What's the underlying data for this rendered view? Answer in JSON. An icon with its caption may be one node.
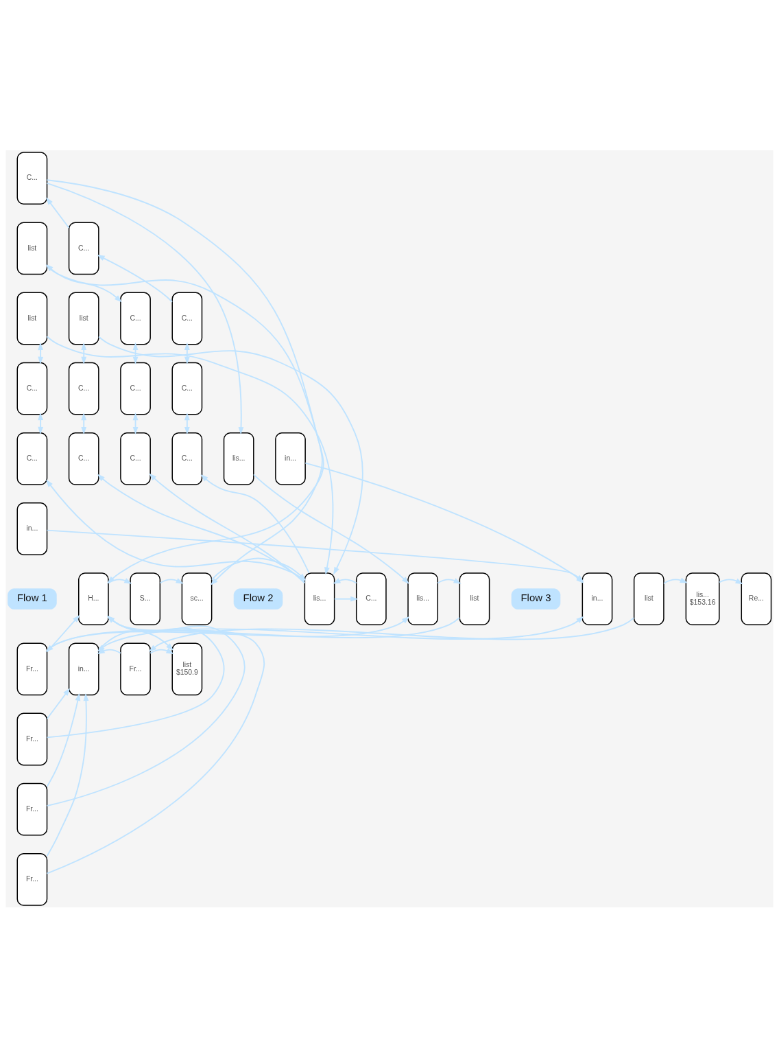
{
  "diagram": {
    "nodes": [
      {
        "text": [
          "C..."
        ]
      },
      {
        "text": [
          "list"
        ]
      },
      {
        "text": [
          "C..."
        ]
      },
      {
        "text": [
          "list"
        ]
      },
      {
        "text": [
          "list"
        ]
      },
      {
        "text": [
          "C..."
        ]
      },
      {
        "text": [
          "C..."
        ]
      },
      {
        "text": [
          "C..."
        ]
      },
      {
        "text": [
          "C..."
        ]
      },
      {
        "text": [
          "C..."
        ]
      },
      {
        "text": [
          "C..."
        ]
      },
      {
        "text": [
          "C..."
        ]
      },
      {
        "text": [
          "C..."
        ]
      },
      {
        "text": [
          "C..."
        ]
      },
      {
        "text": [
          "C..."
        ]
      },
      {
        "text": [
          "lis..."
        ]
      },
      {
        "text": [
          "in..."
        ]
      },
      {
        "text": [
          "in..."
        ]
      },
      {
        "text": [
          "H..."
        ]
      },
      {
        "text": [
          "S..."
        ]
      },
      {
        "text": [
          "sc..."
        ]
      },
      {
        "text": [
          "lis..."
        ]
      },
      {
        "text": [
          "C..."
        ]
      },
      {
        "text": [
          "lis..."
        ]
      },
      {
        "text": [
          "list"
        ]
      },
      {
        "text": [
          "in..."
        ]
      },
      {
        "text": [
          "list"
        ]
      },
      {
        "text": [
          "lis...",
          "$153.16"
        ]
      },
      {
        "text": [
          "Re..."
        ]
      },
      {
        "text": [
          "Fr..."
        ]
      },
      {
        "text": [
          "in..."
        ]
      },
      {
        "text": [
          "Fr..."
        ]
      },
      {
        "text": [
          "list",
          "$150.9"
        ]
      },
      {
        "text": [
          "Fr..."
        ]
      },
      {
        "text": [
          "Fr..."
        ]
      },
      {
        "text": [
          "Fr..."
        ]
      },
      {
        "text": [
          "Flow 1"
        ]
      },
      {
        "text": [
          "Flow 2"
        ]
      },
      {
        "text": [
          "Flow 3"
        ]
      }
    ],
    "edges": [
      {
        "from": 18,
        "to": 19,
        "arrow": "to"
      },
      {
        "from": 19,
        "to": 20,
        "arrow": "to"
      },
      {
        "from": 20,
        "to": 21,
        "arrow": "to"
      },
      {
        "from": 21,
        "to": 22,
        "arrow": "to"
      },
      {
        "from": 21,
        "to": 11,
        "arrow": "to"
      },
      {
        "from": 21,
        "to": 12,
        "arrow": "to"
      },
      {
        "from": 21,
        "to": 13,
        "arrow": "to"
      },
      {
        "from": 21,
        "to": 14,
        "arrow": "to"
      },
      {
        "from": 11,
        "to": 7,
        "arrow": "both"
      },
      {
        "from": 7,
        "to": 3,
        "arrow": "both"
      },
      {
        "from": 12,
        "to": 8,
        "arrow": "both"
      },
      {
        "from": 8,
        "to": 4,
        "arrow": "both"
      },
      {
        "from": 13,
        "to": 9,
        "arrow": "both"
      },
      {
        "from": 9,
        "to": 5,
        "arrow": "both"
      },
      {
        "from": 5,
        "to": 1,
        "arrow": "both"
      },
      {
        "from": 14,
        "to": 10,
        "arrow": "both"
      },
      {
        "from": 10,
        "to": 6,
        "arrow": "both"
      },
      {
        "from": 6,
        "to": 2,
        "arrow": "to"
      },
      {
        "from": 2,
        "to": 0,
        "arrow": "to"
      },
      {
        "from": 0,
        "to": 18,
        "arrow": "to"
      },
      {
        "from": 1,
        "to": 20,
        "arrow": "to"
      },
      {
        "from": 3,
        "to": 21,
        "arrow": "to"
      },
      {
        "from": 4,
        "to": 21,
        "arrow": "to"
      },
      {
        "from": 0,
        "to": 15,
        "arrow": "to"
      },
      {
        "from": 15,
        "to": 23,
        "arrow": "to"
      },
      {
        "from": 16,
        "to": 25,
        "arrow": "to"
      },
      {
        "from": 17,
        "to": 25,
        "arrow": "to"
      },
      {
        "from": 25,
        "to": 30,
        "arrow": "both"
      },
      {
        "from": 23,
        "to": 24,
        "arrow": "to"
      },
      {
        "from": 24,
        "to": 29,
        "arrow": "to"
      },
      {
        "from": 26,
        "to": 31,
        "arrow": "to"
      },
      {
        "from": 27,
        "to": 28,
        "arrow": "to"
      },
      {
        "from": 26,
        "to": 27,
        "arrow": "to"
      },
      {
        "from": 31,
        "to": 32,
        "arrow": "to"
      },
      {
        "from": 30,
        "to": 32,
        "arrow": "to"
      },
      {
        "from": 29,
        "to": 18,
        "arrow": "to"
      },
      {
        "from": 33,
        "to": 18,
        "arrow": "to"
      },
      {
        "from": 34,
        "to": 18,
        "arrow": "to"
      },
      {
        "from": 35,
        "to": 18,
        "arrow": "to"
      },
      {
        "from": 35,
        "to": 30,
        "arrow": "to"
      },
      {
        "from": 34,
        "to": 30,
        "arrow": "to"
      },
      {
        "from": 33,
        "to": 30,
        "arrow": "to"
      },
      {
        "from": 29,
        "to": 23,
        "arrow": "to"
      },
      {
        "from": 31,
        "to": 30,
        "arrow": "to"
      },
      {
        "from": 22,
        "to": 21,
        "arrow": "to"
      }
    ]
  }
}
